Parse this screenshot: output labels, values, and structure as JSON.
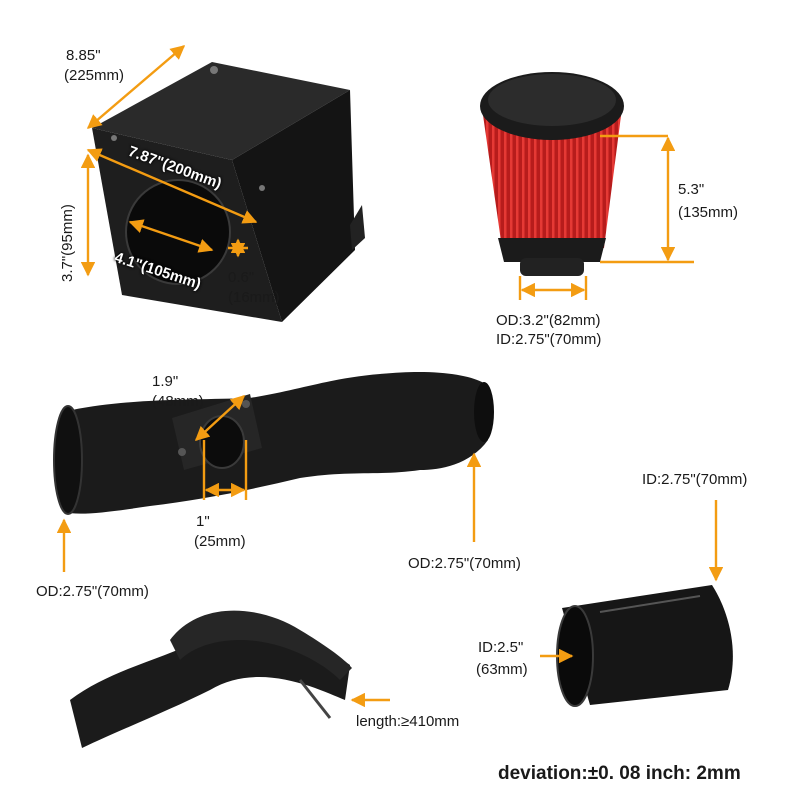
{
  "colors": {
    "arrow": "#f39c12",
    "part_black": "#1b1b1b",
    "filter_red": "#c62828"
  },
  "airbox": {
    "width_in": "8.85\"",
    "width_mm": "(225mm)",
    "depth": "7.87\"(200mm)",
    "height": "3.7\"(95mm)",
    "hole": "4.1\"(105mm)",
    "lip_in": "0.6\"",
    "lip_mm": "(16mm)"
  },
  "filter": {
    "height_in": "5.3\"",
    "height_mm": "(135mm)",
    "od": "OD:3.2\"(82mm)",
    "id": "ID:2.75\"(70mm)"
  },
  "intake_pipe": {
    "flange_in": "1.9\"",
    "flange_mm": "(48mm)",
    "port_in": "1\"",
    "port_mm": "(25mm)",
    "od_outlet": "OD:2.75\"(70mm)",
    "od_inlet": "OD:2.75\"(70mm)"
  },
  "coupler": {
    "id_large": "ID:2.75\"(70mm)",
    "id_small_in": "ID:2.5\"",
    "id_small_mm": "(63mm)"
  },
  "sleeve": {
    "length": "length:≥410mm"
  },
  "footer": {
    "deviation": "deviation:±0. 08 inch: 2mm"
  }
}
